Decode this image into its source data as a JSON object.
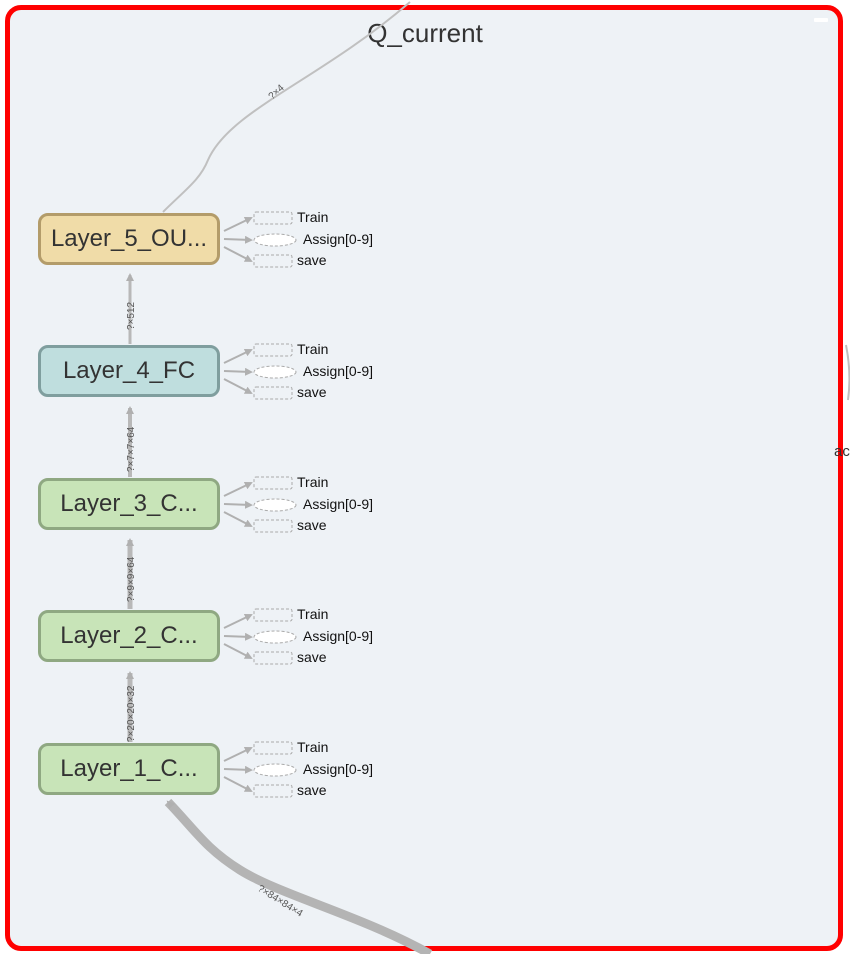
{
  "group": {
    "title": "Q_current"
  },
  "nodes": [
    {
      "label": "Layer_5_OU...",
      "fill": "#f0dca8",
      "stroke": "#b39c6a"
    },
    {
      "label": "Layer_4_FC",
      "fill": "#bfdede",
      "stroke": "#7f9e9e"
    },
    {
      "label": "Layer_3_C...",
      "fill": "#c8e4b8",
      "stroke": "#8fa882"
    },
    {
      "label": "Layer_2_C...",
      "fill": "#c8e4b8",
      "stroke": "#8fa882"
    },
    {
      "label": "Layer_1_C...",
      "fill": "#c8e4b8",
      "stroke": "#8fa882"
    }
  ],
  "aux_labels": {
    "train": "Train",
    "assign": "Assign[0-9]",
    "save": "save"
  },
  "edge_labels": {
    "q_output": "?×4",
    "l4_to_l5": "?×512",
    "l3_to_l4": "?×7×7×64",
    "l2_to_l3": "?×9×9×64",
    "l1_to_l2": "?×20×20×32",
    "input": "?×84×84×4"
  },
  "offscreen_fragment": "ac",
  "colors": {
    "frame": "#ff0000",
    "background": "#eef2f6",
    "edge": "#b8b8b8"
  }
}
